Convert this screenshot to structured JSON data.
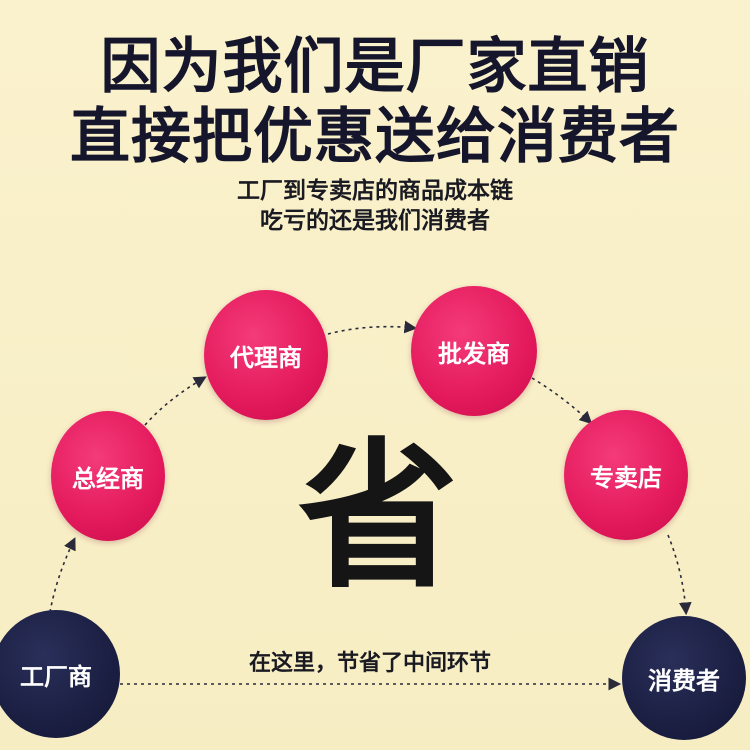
{
  "headline": {
    "line1": "因为我们是厂家直销",
    "line2": "直接把优惠送给消费者"
  },
  "subheadline": {
    "line1": "工厂到专卖店的商品成本链",
    "line2": "吃亏的还是我们消费者"
  },
  "nodes": {
    "factory": "工厂商",
    "general_distributor": "总经商",
    "agent": "代理商",
    "wholesaler": "批发商",
    "store": "专卖店",
    "consumer": "消费者"
  },
  "center": {
    "big_char": "省",
    "bottom_text": "在这里，节省了中间环节"
  },
  "colors": {
    "background": "#f8efc6",
    "pink_node": "#e3195c",
    "navy_node": "#1b1f42",
    "text": "#15162b"
  }
}
